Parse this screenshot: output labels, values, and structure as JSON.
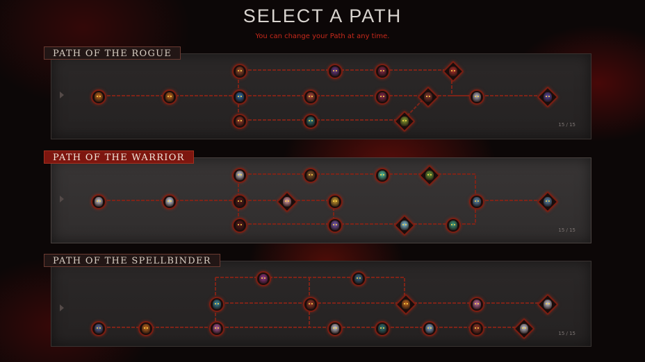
{
  "header": {
    "title": "SELECT A PATH",
    "subtitle": "You can change your Path at any time."
  },
  "paths": [
    {
      "id": "rogue",
      "label": "PATH OF THE ROGUE",
      "active": false,
      "progress": "15 / 15",
      "nodes": [
        {
          "id": 0,
          "hero": "orange-helmeted-warrior-portrait",
          "color": "#c46a1e",
          "shape": "circle"
        },
        {
          "id": 1,
          "hero": "orange-helmeted-warrior-portrait",
          "color": "#c46a1e",
          "shape": "circle"
        },
        {
          "id": 2,
          "hero": "horned-bronze-mask-portrait",
          "color": "#9a4a2a",
          "shape": "circle"
        },
        {
          "id": 3,
          "hero": "blue-armored-knight-portrait",
          "color": "#2d6fa8",
          "shape": "circle"
        },
        {
          "id": 4,
          "hero": "bearded-fire-lord-portrait",
          "color": "#9a3a28",
          "shape": "circle"
        },
        {
          "id": 5,
          "hero": "purple-hooded-spectre-portrait",
          "color": "#6a3a8a",
          "shape": "circle"
        },
        {
          "id": 6,
          "hero": "red-goggled-tinker-portrait",
          "color": "#b04a3a",
          "shape": "circle"
        },
        {
          "id": 7,
          "hero": "teal-helmeted-assassin-portrait",
          "color": "#2f7a7a",
          "shape": "circle"
        },
        {
          "id": 8,
          "hero": "crimson-demon-portrait",
          "color": "#8a2a4a",
          "shape": "circle"
        },
        {
          "id": 9,
          "hero": "crimson-demon-portrait",
          "color": "#8a2a4a",
          "shape": "circle"
        },
        {
          "id": 10,
          "hero": "red-crested-warrior-portrait",
          "color": "#b0302a",
          "shape": "diamond"
        },
        {
          "id": 11,
          "hero": "masked-bandit-portrait",
          "color": "#8a3a30",
          "shape": "diamond"
        },
        {
          "id": 12,
          "hero": "green-goblin-portrait",
          "color": "#8aa030",
          "shape": "diamond"
        },
        {
          "id": 13,
          "hero": "silver-phantom-portrait",
          "color": "#b0b0c0",
          "shape": "circle"
        },
        {
          "id": 14,
          "hero": "violet-crystal-wraith-portrait",
          "color": "#5a4aa0",
          "shape": "diamond"
        }
      ]
    },
    {
      "id": "warrior",
      "label": "PATH OF THE WARRIOR",
      "active": true,
      "progress": "15 / 15",
      "nodes": [
        {
          "id": 0,
          "hero": "silver-phantom-portrait",
          "color": "#c8c8d4",
          "shape": "circle"
        },
        {
          "id": 1,
          "hero": "pale-frost-spirit-portrait",
          "color": "#d0d8e8",
          "shape": "circle"
        },
        {
          "id": 2,
          "hero": "silver-phantom-portrait",
          "color": "#c8c8d4",
          "shape": "circle"
        },
        {
          "id": 3,
          "hero": "black-spider-knight-portrait",
          "color": "#5a1a1a",
          "shape": "circle"
        },
        {
          "id": 4,
          "hero": "black-spider-knight-portrait",
          "color": "#5a1a1a",
          "shape": "circle"
        },
        {
          "id": 5,
          "hero": "orc-chieftain-portrait",
          "color": "#8a5a2a",
          "shape": "circle"
        },
        {
          "id": 6,
          "hero": "pink-mushroom-sprite-portrait",
          "color": "#e0a0a8",
          "shape": "diamond"
        },
        {
          "id": 7,
          "hero": "golden-skull-champion-portrait",
          "color": "#d0a030",
          "shape": "circle"
        },
        {
          "id": 8,
          "hero": "violet-ogre-mage-portrait",
          "color": "#7a5ab0",
          "shape": "circle"
        },
        {
          "id": 9,
          "hero": "jade-ghost-portrait",
          "color": "#50c0a0",
          "shape": "circle"
        },
        {
          "id": 10,
          "hero": "green-troll-warlord-portrait",
          "color": "#6a9a3a",
          "shape": "diamond"
        },
        {
          "id": 11,
          "hero": "ice-wyvern-portrait",
          "color": "#80c0d8",
          "shape": "diamond"
        },
        {
          "id": 12,
          "hero": "grinning-tidehunter-portrait",
          "color": "#40a080",
          "shape": "circle"
        },
        {
          "id": 13,
          "hero": "blue-mountain-giant-portrait",
          "color": "#5a8ab0",
          "shape": "circle"
        },
        {
          "id": 14,
          "hero": "blue-mountain-giant-portrait",
          "color": "#5a8ab0",
          "shape": "diamond"
        }
      ]
    },
    {
      "id": "spellbinder",
      "label": "PATH OF THE SPELLBINDER",
      "active": false,
      "progress": "15 / 15",
      "nodes": [
        {
          "id": 0,
          "hero": "arcane-golem-portrait",
          "color": "#5a6aa0",
          "shape": "circle"
        },
        {
          "id": 1,
          "hero": "orange-helmeted-warrior-portrait",
          "color": "#c46a1e",
          "shape": "circle"
        },
        {
          "id": 2,
          "hero": "spiked-witch-doctor-portrait",
          "color": "#b05a9a",
          "shape": "circle"
        },
        {
          "id": 3,
          "hero": "teal-storm-spirit-portrait",
          "color": "#3a8aa0",
          "shape": "circle"
        },
        {
          "id": 4,
          "hero": "hooded-necromancer-portrait",
          "color": "#9a3a8a",
          "shape": "circle"
        },
        {
          "id": 5,
          "hero": "hooded-sage-portrait",
          "color": "#3a6a8a",
          "shape": "circle"
        },
        {
          "id": 6,
          "hero": "silver-phantom-portrait",
          "color": "#c8c8d4",
          "shape": "circle"
        },
        {
          "id": 7,
          "hero": "bearded-fire-lord-portrait",
          "color": "#9a3a28",
          "shape": "circle"
        },
        {
          "id": 8,
          "hero": "teal-helmeted-assassin-portrait",
          "color": "#2f7a7a",
          "shape": "circle"
        },
        {
          "id": 9,
          "hero": "orange-helmeted-warrior-portrait",
          "color": "#c46a1e",
          "shape": "diamond"
        },
        {
          "id": 10,
          "hero": "frost-sorcerer-portrait",
          "color": "#80a8d0",
          "shape": "circle"
        },
        {
          "id": 11,
          "hero": "crystal-maiden-portrait",
          "color": "#c070a0",
          "shape": "circle"
        },
        {
          "id": 12,
          "hero": "bearded-fire-lord-portrait",
          "color": "#9a3a28",
          "shape": "circle"
        },
        {
          "id": 13,
          "hero": "silver-phantom-portrait",
          "color": "#c8c8d4",
          "shape": "diamond"
        },
        {
          "id": 14,
          "hero": "silver-phantom-portrait",
          "color": "#c8c8d4",
          "shape": "diamond"
        }
      ]
    }
  ]
}
